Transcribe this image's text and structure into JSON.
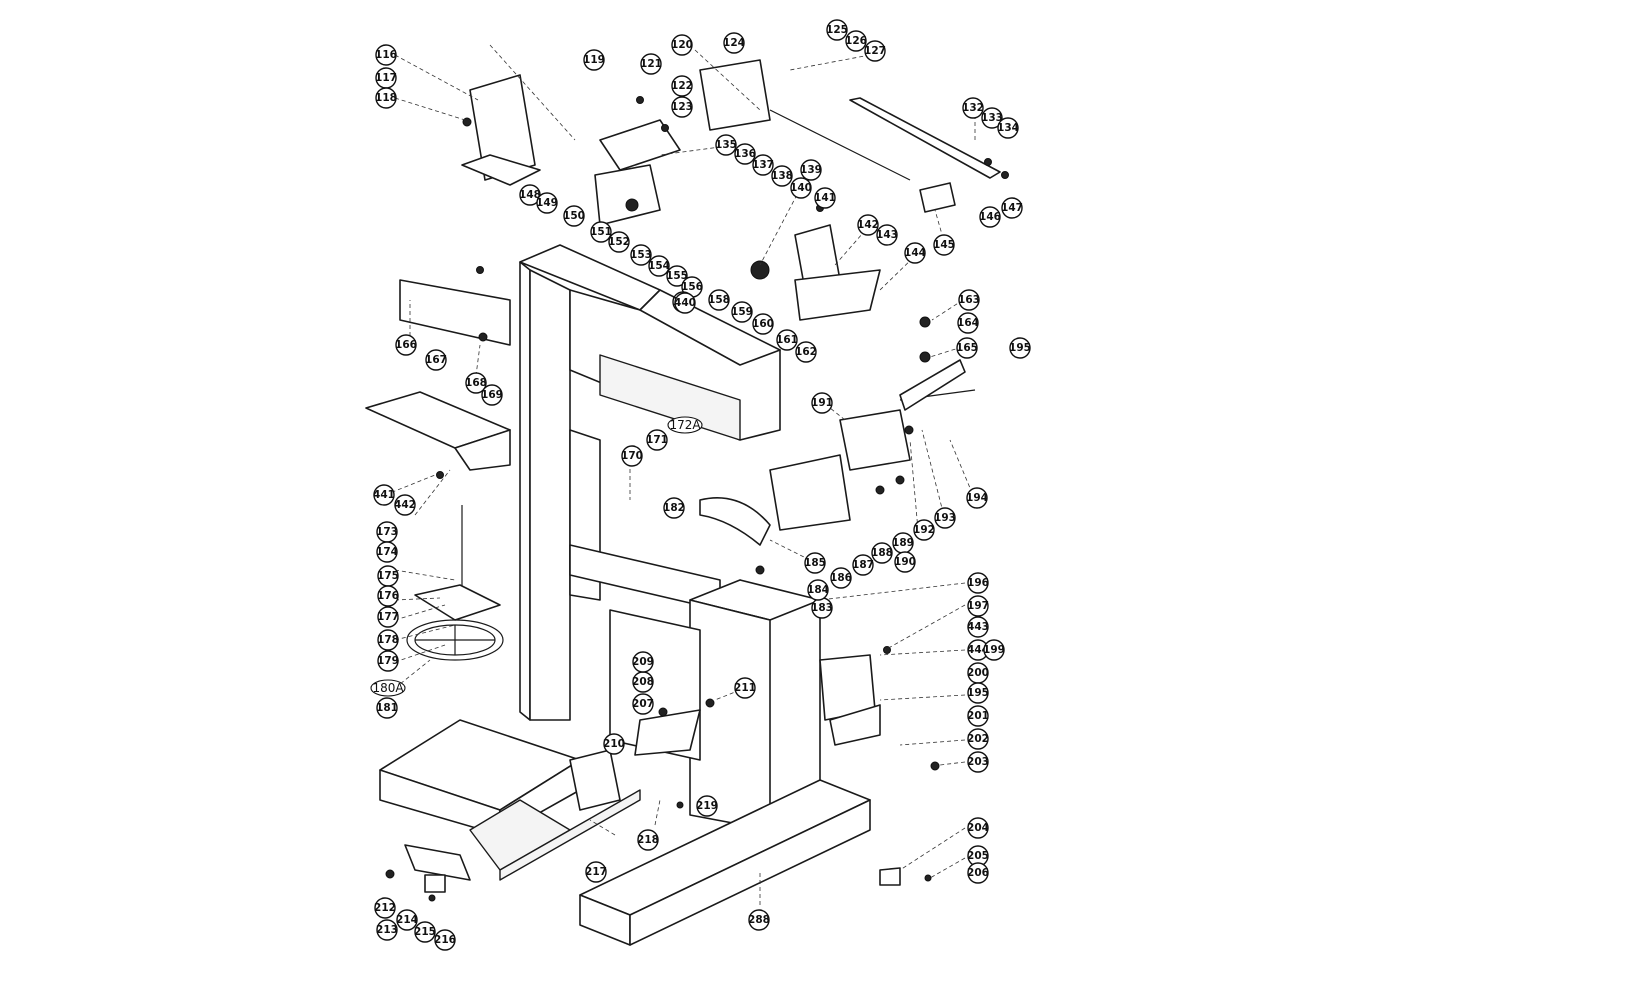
{
  "diagram": {
    "callouts": [
      {
        "id": "116",
        "type": "circle"
      },
      {
        "id": "117",
        "type": "circle"
      },
      {
        "id": "118",
        "type": "circle"
      },
      {
        "id": "119",
        "type": "circle"
      },
      {
        "id": "120",
        "type": "circle"
      },
      {
        "id": "121",
        "type": "circle"
      },
      {
        "id": "122",
        "type": "circle"
      },
      {
        "id": "123",
        "type": "circle"
      },
      {
        "id": "124",
        "type": "circle"
      },
      {
        "id": "125",
        "type": "circle"
      },
      {
        "id": "126",
        "type": "circle"
      },
      {
        "id": "127",
        "type": "circle"
      },
      {
        "id": "132",
        "type": "circle"
      },
      {
        "id": "133",
        "type": "circle"
      },
      {
        "id": "134",
        "type": "circle"
      },
      {
        "id": "135",
        "type": "circle"
      },
      {
        "id": "136",
        "type": "circle"
      },
      {
        "id": "137",
        "type": "circle"
      },
      {
        "id": "138",
        "type": "circle"
      },
      {
        "id": "139",
        "type": "circle"
      },
      {
        "id": "140",
        "type": "circle"
      },
      {
        "id": "141",
        "type": "circle"
      },
      {
        "id": "142",
        "type": "circle"
      },
      {
        "id": "143",
        "type": "circle"
      },
      {
        "id": "144",
        "type": "circle"
      },
      {
        "id": "145",
        "type": "circle"
      },
      {
        "id": "146",
        "type": "circle"
      },
      {
        "id": "147",
        "type": "circle"
      },
      {
        "id": "148",
        "type": "circle"
      },
      {
        "id": "149",
        "type": "circle"
      },
      {
        "id": "150",
        "type": "circle"
      },
      {
        "id": "151",
        "type": "circle"
      },
      {
        "id": "152",
        "type": "circle"
      },
      {
        "id": "153",
        "type": "circle"
      },
      {
        "id": "154",
        "type": "circle"
      },
      {
        "id": "155",
        "type": "circle"
      },
      {
        "id": "156",
        "type": "circle"
      },
      {
        "id": "157",
        "type": "circle"
      },
      {
        "id": "158",
        "type": "circle"
      },
      {
        "id": "159",
        "type": "circle"
      },
      {
        "id": "160",
        "type": "circle"
      },
      {
        "id": "161",
        "type": "circle"
      },
      {
        "id": "162",
        "type": "circle"
      },
      {
        "id": "163",
        "type": "circle"
      },
      {
        "id": "164",
        "type": "circle"
      },
      {
        "id": "165",
        "type": "circle"
      },
      {
        "id": "166",
        "type": "circle"
      },
      {
        "id": "167",
        "type": "circle"
      },
      {
        "id": "168",
        "type": "circle"
      },
      {
        "id": "169",
        "type": "circle"
      },
      {
        "id": "170",
        "type": "circle"
      },
      {
        "id": "171",
        "type": "circle"
      },
      {
        "id": "172A",
        "type": "oval"
      },
      {
        "id": "173",
        "type": "circle"
      },
      {
        "id": "174",
        "type": "circle"
      },
      {
        "id": "175",
        "type": "circle"
      },
      {
        "id": "176",
        "type": "circle"
      },
      {
        "id": "177",
        "type": "circle"
      },
      {
        "id": "178",
        "type": "circle"
      },
      {
        "id": "179",
        "type": "circle"
      },
      {
        "id": "180A",
        "type": "oval"
      },
      {
        "id": "181",
        "type": "circle"
      },
      {
        "id": "182",
        "type": "circle"
      },
      {
        "id": "183",
        "type": "circle"
      },
      {
        "id": "184",
        "type": "circle"
      },
      {
        "id": "185",
        "type": "circle"
      },
      {
        "id": "186",
        "type": "circle"
      },
      {
        "id": "187",
        "type": "circle"
      },
      {
        "id": "188",
        "type": "circle"
      },
      {
        "id": "189",
        "type": "circle"
      },
      {
        "id": "190",
        "type": "circle"
      },
      {
        "id": "191",
        "type": "circle"
      },
      {
        "id": "192",
        "type": "circle"
      },
      {
        "id": "193",
        "type": "circle"
      },
      {
        "id": "194",
        "type": "circle"
      },
      {
        "id": "195",
        "type": "circle"
      },
      {
        "id": "196",
        "type": "circle"
      },
      {
        "id": "197",
        "type": "circle"
      },
      {
        "id": "443",
        "type": "circle"
      },
      {
        "id": "444",
        "type": "circle"
      },
      {
        "id": "199",
        "type": "circle"
      },
      {
        "id": "200",
        "type": "circle"
      },
      {
        "id": "195",
        "type": "circle"
      },
      {
        "id": "201",
        "type": "circle"
      },
      {
        "id": "202",
        "type": "circle"
      },
      {
        "id": "203",
        "type": "circle"
      },
      {
        "id": "204",
        "type": "circle"
      },
      {
        "id": "205",
        "type": "circle"
      },
      {
        "id": "206",
        "type": "circle"
      },
      {
        "id": "207",
        "type": "circle"
      },
      {
        "id": "208",
        "type": "circle"
      },
      {
        "id": "209",
        "type": "circle"
      },
      {
        "id": "210",
        "type": "circle"
      },
      {
        "id": "211",
        "type": "circle"
      },
      {
        "id": "212",
        "type": "circle"
      },
      {
        "id": "213",
        "type": "circle"
      },
      {
        "id": "214",
        "type": "circle"
      },
      {
        "id": "215",
        "type": "circle"
      },
      {
        "id": "216",
        "type": "circle"
      },
      {
        "id": "217",
        "type": "circle"
      },
      {
        "id": "218",
        "type": "circle"
      },
      {
        "id": "219",
        "type": "circle"
      },
      {
        "id": "288",
        "type": "circle"
      },
      {
        "id": "440",
        "type": "circle"
      },
      {
        "id": "441",
        "type": "circle"
      },
      {
        "id": "442",
        "type": "circle"
      }
    ]
  }
}
